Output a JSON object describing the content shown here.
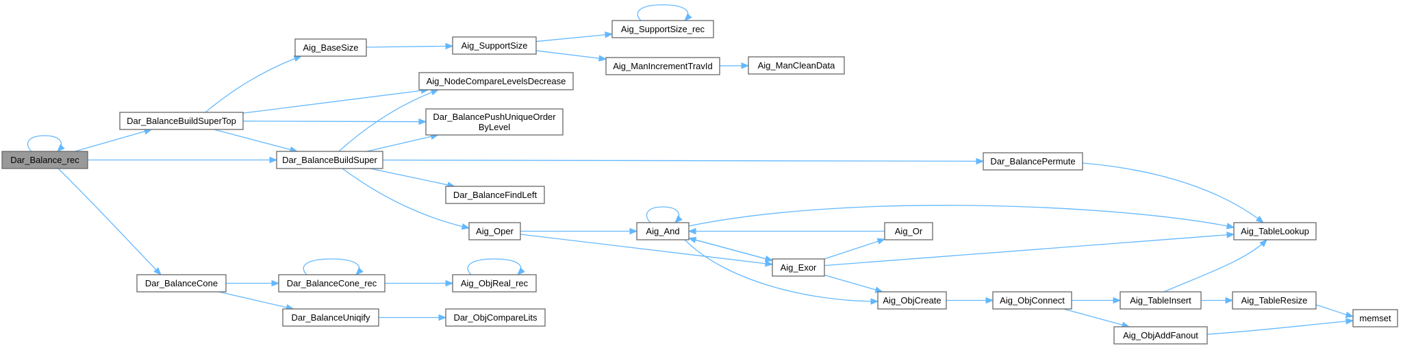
{
  "diagram": {
    "nodes": [
      {
        "id": "n1",
        "lines": [
          "Dar_Balance_rec"
        ]
      },
      {
        "id": "n2",
        "lines": [
          "Dar_BalanceBuildSuperTop"
        ]
      },
      {
        "id": "n3",
        "lines": [
          "Dar_BalanceBuildSuper"
        ]
      },
      {
        "id": "n4",
        "lines": [
          "Dar_BalanceCone"
        ]
      },
      {
        "id": "n5",
        "lines": [
          "Aig_BaseSize"
        ]
      },
      {
        "id": "n6",
        "lines": [
          "Aig_SupportSize"
        ]
      },
      {
        "id": "n7",
        "lines": [
          "Aig_SupportSize_rec"
        ]
      },
      {
        "id": "n8",
        "lines": [
          "Aig_ManIncrementTravId"
        ]
      },
      {
        "id": "n9",
        "lines": [
          "Aig_ManCleanData"
        ]
      },
      {
        "id": "n10",
        "lines": [
          "Aig_NodeCompareLevelsDecrease"
        ]
      },
      {
        "id": "n11",
        "lines": [
          "Dar_BalancePushUniqueOrder",
          "ByLevel"
        ]
      },
      {
        "id": "n12",
        "lines": [
          "Dar_BalancePermute"
        ]
      },
      {
        "id": "n13",
        "lines": [
          "Dar_BalanceFindLeft"
        ]
      },
      {
        "id": "n14",
        "lines": [
          "Aig_Oper"
        ]
      },
      {
        "id": "n15",
        "lines": [
          "Aig_And"
        ]
      },
      {
        "id": "n16",
        "lines": [
          "Aig_Or"
        ]
      },
      {
        "id": "n17",
        "lines": [
          "Aig_Exor"
        ]
      },
      {
        "id": "n18",
        "lines": [
          "Aig_TableLookup"
        ]
      },
      {
        "id": "n19",
        "lines": [
          "Aig_ObjCreate"
        ]
      },
      {
        "id": "n20",
        "lines": [
          "Aig_ObjConnect"
        ]
      },
      {
        "id": "n21",
        "lines": [
          "Aig_TableInsert"
        ]
      },
      {
        "id": "n22",
        "lines": [
          "Aig_TableResize"
        ]
      },
      {
        "id": "n23",
        "lines": [
          "memset"
        ]
      },
      {
        "id": "n24",
        "lines": [
          "Aig_ObjAddFanout"
        ]
      },
      {
        "id": "n25",
        "lines": [
          "Dar_BalanceCone_rec"
        ]
      },
      {
        "id": "n26",
        "lines": [
          "Aig_ObjReal_rec"
        ]
      },
      {
        "id": "n27",
        "lines": [
          "Dar_BalanceUniqify"
        ]
      },
      {
        "id": "n28",
        "lines": [
          "Dar_ObjCompareLits"
        ]
      }
    ],
    "edges": [
      {
        "from": "n1",
        "to": "n1"
      },
      {
        "from": "n1",
        "to": "n2"
      },
      {
        "from": "n1",
        "to": "n3"
      },
      {
        "from": "n1",
        "to": "n4"
      },
      {
        "from": "n2",
        "to": "n5"
      },
      {
        "from": "n2",
        "to": "n10"
      },
      {
        "from": "n2",
        "to": "n11"
      },
      {
        "from": "n2",
        "to": "n3"
      },
      {
        "from": "n3",
        "to": "n10"
      },
      {
        "from": "n3",
        "to": "n11"
      },
      {
        "from": "n3",
        "to": "n12"
      },
      {
        "from": "n3",
        "to": "n13"
      },
      {
        "from": "n3",
        "to": "n14"
      },
      {
        "from": "n5",
        "to": "n6"
      },
      {
        "from": "n6",
        "to": "n7"
      },
      {
        "from": "n6",
        "to": "n8"
      },
      {
        "from": "n7",
        "to": "n7"
      },
      {
        "from": "n8",
        "to": "n9"
      },
      {
        "from": "n12",
        "to": "n18"
      },
      {
        "from": "n14",
        "to": "n15"
      },
      {
        "from": "n14",
        "to": "n17"
      },
      {
        "from": "n15",
        "to": "n15"
      },
      {
        "from": "n15",
        "to": "n18"
      },
      {
        "from": "n15",
        "to": "n17"
      },
      {
        "from": "n15",
        "to": "n19"
      },
      {
        "from": "n17",
        "to": "n15"
      },
      {
        "from": "n17",
        "to": "n16"
      },
      {
        "from": "n17",
        "to": "n18"
      },
      {
        "from": "n17",
        "to": "n19"
      },
      {
        "from": "n16",
        "to": "n15"
      },
      {
        "from": "n19",
        "to": "n20"
      },
      {
        "from": "n20",
        "to": "n21"
      },
      {
        "from": "n20",
        "to": "n24"
      },
      {
        "from": "n21",
        "to": "n18"
      },
      {
        "from": "n21",
        "to": "n22"
      },
      {
        "from": "n22",
        "to": "n23"
      },
      {
        "from": "n24",
        "to": "n23"
      },
      {
        "from": "n4",
        "to": "n25"
      },
      {
        "from": "n4",
        "to": "n27"
      },
      {
        "from": "n25",
        "to": "n25"
      },
      {
        "from": "n25",
        "to": "n26"
      },
      {
        "from": "n26",
        "to": "n26"
      },
      {
        "from": "n27",
        "to": "n28"
      }
    ],
    "colors": {
      "edge": "#63b8ff",
      "node_border": "#666666",
      "node_fill": "#ffffff",
      "root_fill": "#999999"
    }
  }
}
